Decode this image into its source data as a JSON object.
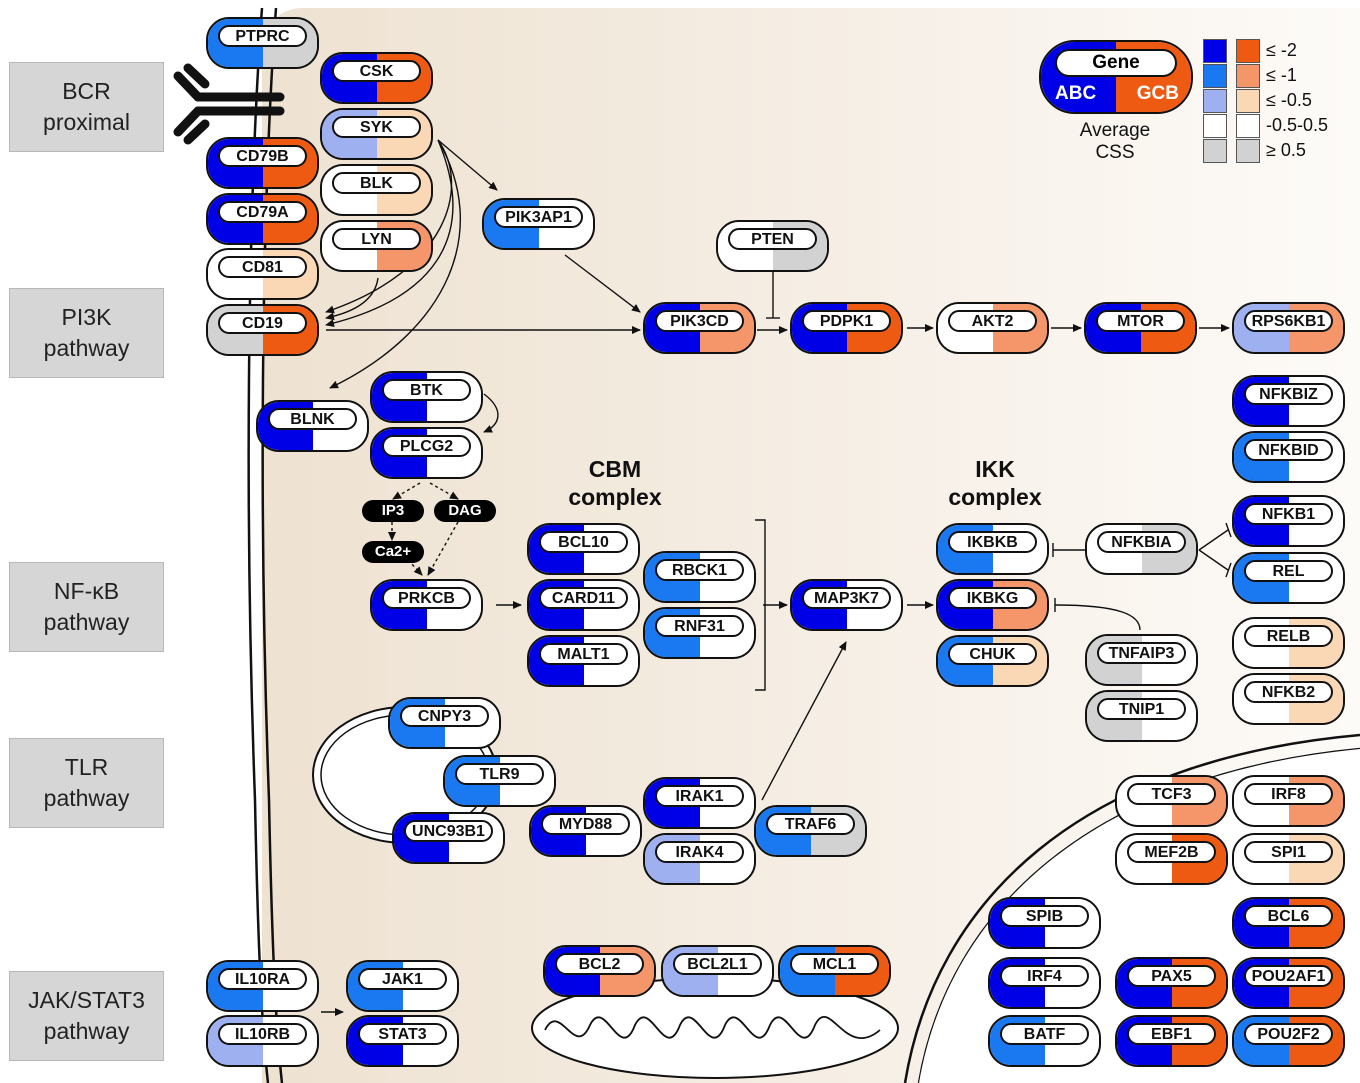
{
  "colors": {
    "abc": {
      "le_-2": "#0000e6",
      "le_-1": "#1a78f0",
      "le_-0.5": "#9fb0f0",
      "mid": "#ffffff",
      "ge_0.5": "#d2d2d2"
    },
    "gcb": {
      "le_-2": "#ef5a12",
      "le_-1": "#f4956a",
      "le_-0.5": "#fbd8b5",
      "mid": "#ffffff",
      "ge_0.5": "#d2d2d2"
    }
  },
  "pathways": [
    {
      "id": "bcr",
      "line1": "BCR",
      "line2": "proximal"
    },
    {
      "id": "pi3k",
      "line1": "PI3K",
      "line2": "pathway"
    },
    {
      "id": "nfkb",
      "line1": "NF-κB",
      "line2": "pathway"
    },
    {
      "id": "tlr",
      "line1": "TLR",
      "line2": "pathway"
    },
    {
      "id": "jakstat",
      "line1": "JAK/STAT3",
      "line2": "pathway"
    }
  ],
  "complexes": {
    "cbm": {
      "line1": "CBM",
      "line2": "complex"
    },
    "ikk": {
      "line1": "IKK",
      "line2": "complex"
    }
  },
  "second_messengers": [
    "IP3",
    "DAG",
    "Ca2+"
  ],
  "legend": {
    "gene": "Gene",
    "abc": "ABC",
    "gcb": "GCB",
    "caption_line1": "Average",
    "caption_line2": "CSS",
    "scale": [
      "≤ -2",
      "≤ -1",
      "≤ -0.5",
      "-0.5-0.5",
      "≥ 0.5"
    ]
  },
  "genes": [
    {
      "name": "PTPRC",
      "abc": "le_-1",
      "gcb": "ge_0.5"
    },
    {
      "name": "CSK",
      "abc": "le_-2",
      "gcb": "le_-2"
    },
    {
      "name": "SYK",
      "abc": "le_-0.5",
      "gcb": "le_-0.5"
    },
    {
      "name": "CD79B",
      "abc": "le_-2",
      "gcb": "le_-2"
    },
    {
      "name": "BLK",
      "abc": "mid",
      "gcb": "le_-0.5"
    },
    {
      "name": "CD79A",
      "abc": "le_-2",
      "gcb": "le_-2"
    },
    {
      "name": "LYN",
      "abc": "mid",
      "gcb": "le_-1"
    },
    {
      "name": "CD81",
      "abc": "mid",
      "gcb": "le_-0.5"
    },
    {
      "name": "CD19",
      "abc": "ge_0.5",
      "gcb": "le_-2"
    },
    {
      "name": "PIK3AP1",
      "abc": "le_-1",
      "gcb": "mid"
    },
    {
      "name": "PTEN",
      "abc": "mid",
      "gcb": "ge_0.5"
    },
    {
      "name": "PIK3CD",
      "abc": "le_-2",
      "gcb": "le_-1"
    },
    {
      "name": "PDPK1",
      "abc": "le_-2",
      "gcb": "le_-2"
    },
    {
      "name": "AKT2",
      "abc": "mid",
      "gcb": "le_-1"
    },
    {
      "name": "MTOR",
      "abc": "le_-2",
      "gcb": "le_-2"
    },
    {
      "name": "RPS6KB1",
      "abc": "le_-0.5",
      "gcb": "le_-1"
    },
    {
      "name": "BTK",
      "abc": "le_-2",
      "gcb": "mid"
    },
    {
      "name": "BLNK",
      "abc": "le_-2",
      "gcb": "mid"
    },
    {
      "name": "PLCG2",
      "abc": "le_-2",
      "gcb": "mid"
    },
    {
      "name": "PRKCB",
      "abc": "le_-2",
      "gcb": "mid"
    },
    {
      "name": "BCL10",
      "abc": "le_-2",
      "gcb": "mid"
    },
    {
      "name": "CARD11",
      "abc": "le_-2",
      "gcb": "mid"
    },
    {
      "name": "MALT1",
      "abc": "le_-2",
      "gcb": "mid"
    },
    {
      "name": "RBCK1",
      "abc": "le_-1",
      "gcb": "mid"
    },
    {
      "name": "RNF31",
      "abc": "le_-1",
      "gcb": "mid"
    },
    {
      "name": "MAP3K7",
      "abc": "le_-2",
      "gcb": "mid"
    },
    {
      "name": "IKBKB",
      "abc": "le_-1",
      "gcb": "mid"
    },
    {
      "name": "IKBKG",
      "abc": "le_-2",
      "gcb": "le_-1"
    },
    {
      "name": "CHUK",
      "abc": "le_-1",
      "gcb": "le_-0.5"
    },
    {
      "name": "NFKBIA",
      "abc": "mid",
      "gcb": "ge_0.5"
    },
    {
      "name": "TNFAIP3",
      "abc": "ge_0.5",
      "gcb": "mid"
    },
    {
      "name": "TNIP1",
      "abc": "ge_0.5",
      "gcb": "mid"
    },
    {
      "name": "NFKBIZ",
      "abc": "le_-2",
      "gcb": "mid"
    },
    {
      "name": "NFKBID",
      "abc": "le_-1",
      "gcb": "mid"
    },
    {
      "name": "NFKB1",
      "abc": "le_-2",
      "gcb": "mid"
    },
    {
      "name": "REL",
      "abc": "le_-1",
      "gcb": "mid"
    },
    {
      "name": "RELB",
      "abc": "mid",
      "gcb": "le_-0.5"
    },
    {
      "name": "NFKB2",
      "abc": "mid",
      "gcb": "le_-0.5"
    },
    {
      "name": "CNPY3",
      "abc": "le_-1",
      "gcb": "mid"
    },
    {
      "name": "TLR9",
      "abc": "le_-1",
      "gcb": "mid"
    },
    {
      "name": "UNC93B1",
      "abc": "le_-2",
      "gcb": "mid"
    },
    {
      "name": "MYD88",
      "abc": "le_-2",
      "gcb": "mid"
    },
    {
      "name": "IRAK1",
      "abc": "le_-2",
      "gcb": "mid"
    },
    {
      "name": "IRAK4",
      "abc": "le_-0.5",
      "gcb": "mid"
    },
    {
      "name": "TRAF6",
      "abc": "le_-1",
      "gcb": "ge_0.5"
    },
    {
      "name": "TCF3",
      "abc": "mid",
      "gcb": "le_-1"
    },
    {
      "name": "IRF8",
      "abc": "mid",
      "gcb": "le_-1"
    },
    {
      "name": "MEF2B",
      "abc": "mid",
      "gcb": "le_-2"
    },
    {
      "name": "SPI1",
      "abc": "mid",
      "gcb": "le_-0.5"
    },
    {
      "name": "SPIB",
      "abc": "le_-2",
      "gcb": "mid"
    },
    {
      "name": "BCL6",
      "abc": "le_-2",
      "gcb": "le_-2"
    },
    {
      "name": "IRF4",
      "abc": "le_-2",
      "gcb": "mid"
    },
    {
      "name": "PAX5",
      "abc": "le_-2",
      "gcb": "le_-2"
    },
    {
      "name": "POU2AF1",
      "abc": "le_-2",
      "gcb": "le_-2"
    },
    {
      "name": "BATF",
      "abc": "le_-1",
      "gcb": "mid"
    },
    {
      "name": "EBF1",
      "abc": "le_-2",
      "gcb": "le_-2"
    },
    {
      "name": "POU2F2",
      "abc": "le_-1",
      "gcb": "le_-2"
    },
    {
      "name": "IL10RA",
      "abc": "le_-1",
      "gcb": "mid"
    },
    {
      "name": "IL10RB",
      "abc": "le_-0.5",
      "gcb": "mid"
    },
    {
      "name": "JAK1",
      "abc": "le_-1",
      "gcb": "mid"
    },
    {
      "name": "STAT3",
      "abc": "le_-2",
      "gcb": "mid"
    },
    {
      "name": "BCL2",
      "abc": "le_-2",
      "gcb": "le_-1"
    },
    {
      "name": "BCL2L1",
      "abc": "le_-0.5",
      "gcb": "mid"
    },
    {
      "name": "MCL1",
      "abc": "le_-1",
      "gcb": "le_-2"
    }
  ]
}
